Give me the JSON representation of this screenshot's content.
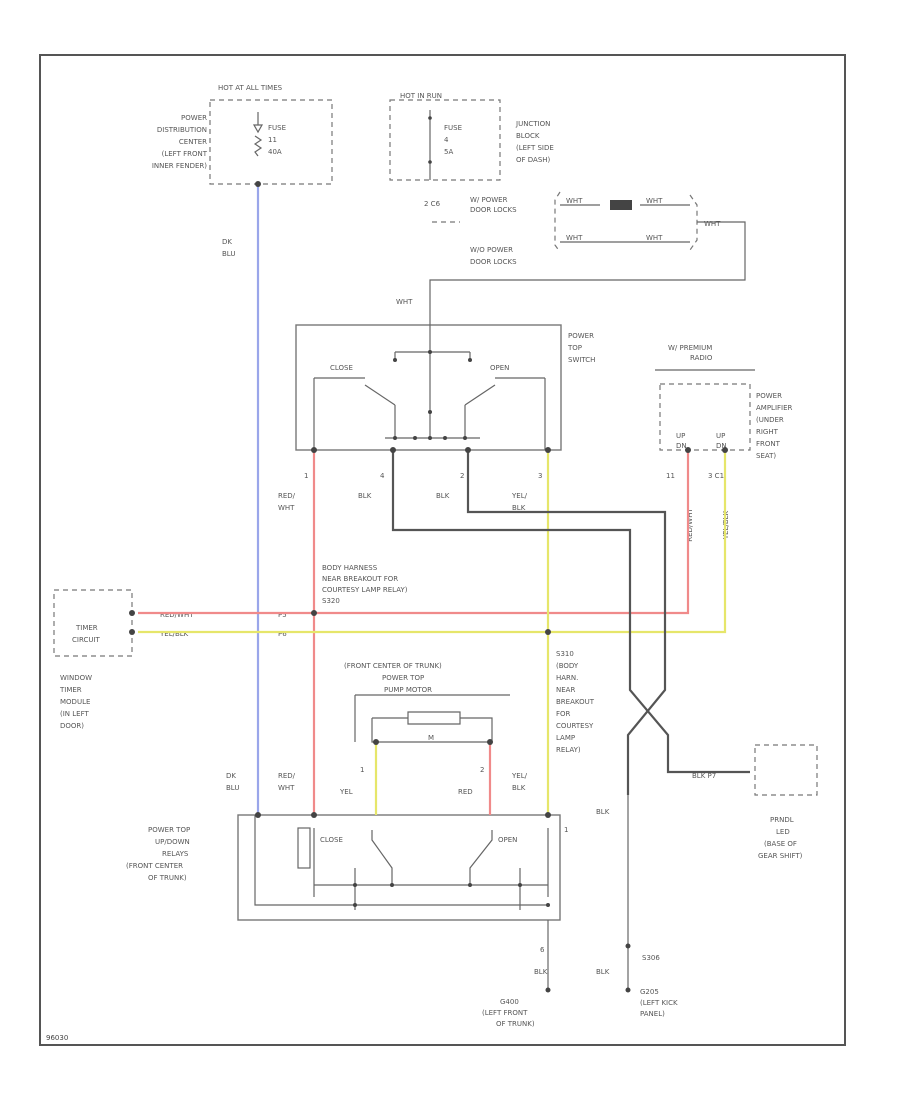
{
  "code": "96030",
  "hot_at_all_times": "HOT AT ALL TIMES",
  "hot_in_run": "HOT IN RUN",
  "pdc": {
    "lines": [
      "POWER",
      "DISTRIBUTION",
      "CENTER",
      "(LEFT FRONT",
      "INNER FENDER)"
    ],
    "fuse_lines": [
      "FUSE",
      "11",
      "40A"
    ]
  },
  "junction_block": {
    "lines": [
      "JUNCTION",
      "BLOCK",
      "(LEFT SIDE",
      "OF DASH)"
    ],
    "fuse_lines": [
      "FUSE",
      "4",
      "5A"
    ]
  },
  "wire_colors": {
    "dk_blu": "#9aa6ea",
    "red_wht": "#f08a8a",
    "yel_blk": "#e6e66a",
    "blk": "#555555",
    "wht": "#bbbbbb"
  },
  "labels": {
    "dk_blu": [
      "DK",
      "BLU"
    ],
    "w_power_door_locks": [
      "W/ POWER",
      "DOOR LOCKS"
    ],
    "wo_power_door_locks": [
      "W/O POWER",
      "DOOR LOCKS"
    ],
    "pin2_c6": "2   C6",
    "wht": "WHT",
    "power_top_switch": [
      "POWER",
      "TOP",
      "SWITCH"
    ],
    "close": "CLOSE",
    "open": "OPEN",
    "pin1": "1",
    "pin4": "4",
    "pin2": "2",
    "pin3": "3",
    "red_wht": [
      "RED/",
      "WHT"
    ],
    "blk": "BLK",
    "yel_blk": [
      "YEL/",
      "BLK"
    ],
    "w_premium_radio": [
      "W/ PREMIUM",
      "RADIO"
    ],
    "power_amplifier": [
      "POWER",
      "AMPLIFIER",
      "(UNDER",
      "RIGHT",
      "FRONT",
      "SEAT)"
    ],
    "up": "UP",
    "dn": "DN",
    "c1_pin11": "11",
    "c1_pin3": "3   C1",
    "red_wht_vert": "RED/WHT",
    "yel_blk_vert": "YEL/BLK",
    "body_harness": [
      "BODY HARNESS",
      "NEAR BREAKOUT FOR",
      "COURTESY LAMP RELAY)",
      "S320"
    ],
    "timer_circuit": [
      "TIMER",
      "CIRCUIT"
    ],
    "window_timer_module": [
      "WINDOW",
      "TIMER",
      "MODULE",
      "(IN LEFT",
      "DOOR)"
    ],
    "red_wht_h": "RED/WHT",
    "yel_blk_h": "YEL/BLK",
    "p5": "P5",
    "p6": "P6",
    "front_center_trunk": [
      "(FRONT CENTER OF TRUNK)",
      "POWER TOP",
      "PUMP MOTOR"
    ],
    "motor_m": "M",
    "s310": [
      "S310",
      "(BODY",
      "HARN.",
      "NEAR",
      "BREAKOUT",
      "FOR",
      "COURTESY",
      "LAMP",
      "RELAY)"
    ],
    "yel": "YEL",
    "red": "RED",
    "power_top_relays": [
      "POWER TOP",
      "UP/DOWN",
      "RELAYS",
      "(FRONT CENTER",
      "OF TRUNK)"
    ],
    "blk_p7": "BLK   P7",
    "prndl": [
      "PRNDL",
      "LED",
      "(BASE OF",
      "GEAR SHIFT)"
    ],
    "g400": [
      "G400",
      "(LEFT FRONT",
      "OF TRUNK)"
    ],
    "g205": [
      "G205",
      "(LEFT KICK",
      "PANEL)"
    ],
    "s306": "S306",
    "blk2": "BLK",
    "blk3": "BLK",
    "pin6": "6"
  }
}
